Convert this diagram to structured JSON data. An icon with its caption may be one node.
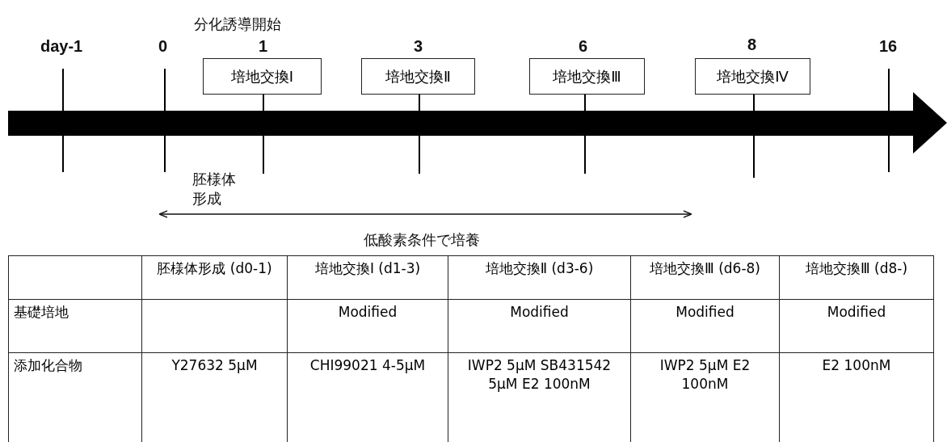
{
  "diagram": {
    "nodes": [
      {
        "text": [
          "培地交換Ⅰ"
        ]
      },
      {
        "text": [
          "培地交換Ⅱ"
        ]
      },
      {
        "text": [
          "培地交換Ⅲ"
        ]
      },
      {
        "text": [
          "培地交換Ⅳ"
        ]
      }
    ],
    "labels": [
      "分化誘導開始",
      "day-1",
      "0",
      "1",
      "3",
      "6",
      "8",
      "16",
      "胚様体形成",
      "低酸素条件で培養",
      "胚様体形成 (d0-1)",
      "培地交換Ⅰ (d1-3)",
      "培地交換Ⅱ (d3-6)",
      "培地交換Ⅲ (d6-8)",
      "培地交換Ⅲ (d8-)",
      "基礎培地",
      "Modified",
      "Modified",
      "Modified",
      "Modified",
      "添加化合物",
      "Y27632 5µM",
      "CHI99021 4-5µM",
      "IWP2 5µM SB431542 5µM E2 100nM",
      "IWP2 5µM E2 100nM",
      "E2 100nM"
    ]
  }
}
